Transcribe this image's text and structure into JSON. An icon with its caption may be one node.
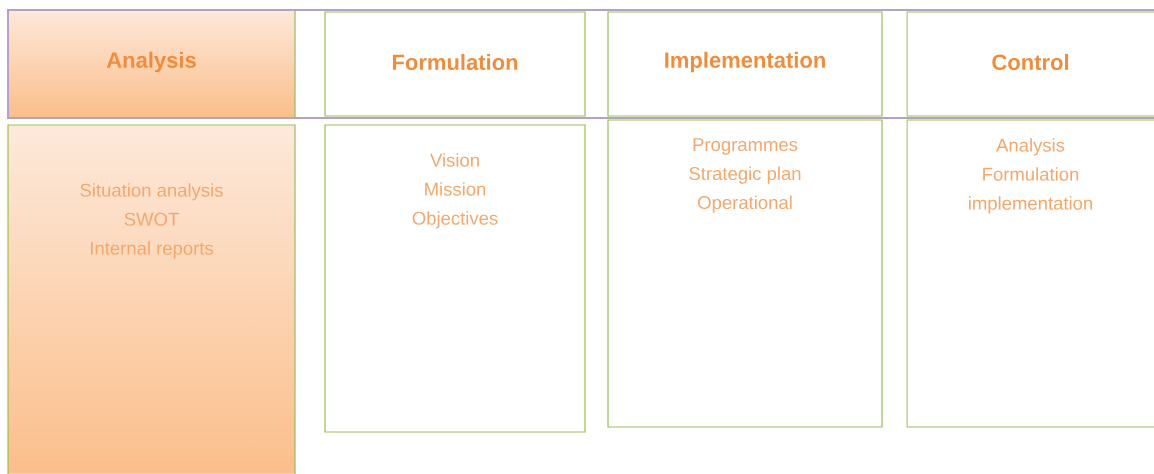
{
  "diagram": {
    "nodes": [
      {
        "text": [
          "Analysis"
        ]
      },
      {
        "text": [
          "Formulation"
        ]
      },
      {
        "text": [
          "Implementation"
        ]
      },
      {
        "text": [
          "Control"
        ]
      },
      {
        "text": [
          "Situation analysis",
          "SWOT",
          "Internal reports"
        ]
      },
      {
        "text": [
          "Vision",
          "Mission",
          "Objectives"
        ]
      },
      {
        "text": [
          "Programmes",
          "Strategic plan",
          "Operational"
        ]
      },
      {
        "text": [
          "Analysis",
          "Formulation",
          "implementation"
        ]
      }
    ]
  }
}
